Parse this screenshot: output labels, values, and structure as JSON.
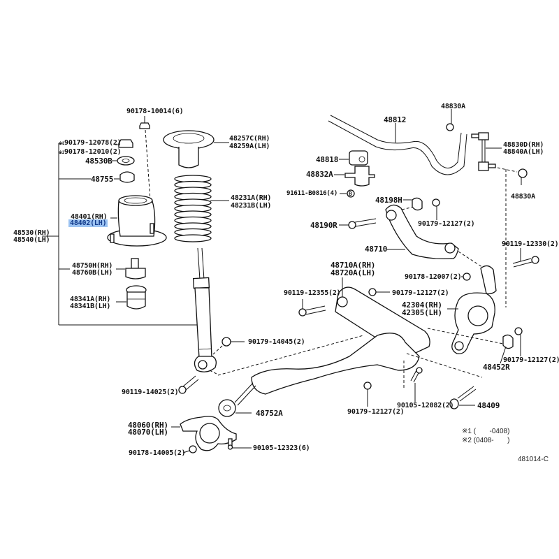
{
  "diagram": {
    "code": "481014-C",
    "notes": [
      {
        "mark": "※1",
        "range": "(       -0408)"
      },
      {
        "mark": "※2",
        "range": "(0408-       )"
      }
    ],
    "highlight_color": "#9cc3f2",
    "labels": {
      "nut_90178_10014": "90178-10014(6)",
      "nut_90179_12078": "90179-12078(2)",
      "nut_90178_12010": "90178-12010(2)",
      "mark1": "※1",
      "mark2": "※2",
      "p48530b": "48530B",
      "p48755": "48755",
      "boot_rh": "48401(RH)",
      "boot_lh": "48402(LH)",
      "support_rh": "48530(RH)",
      "support_lh": "48540(LH)",
      "bump_rh": "48750H(RH)",
      "bump_lh": "48760B(LH)",
      "bumper_rh": "48341A(RH)",
      "bumper_lh": "48341B(LH)",
      "seat_rh": "48257C(RH)",
      "seat_lh": "48259A(LH)",
      "spring_rh": "48231A(RH)",
      "spring_lh": "48231B(LH)",
      "p48812": "48812",
      "p48830a_top": "48830A",
      "link_rh": "48830D(RH)",
      "link_lh": "48840A(LH)",
      "p48830a_bot": "48830A",
      "p48818": "48818",
      "p48832a": "48832A",
      "bolt_91611": "91611-B0816(4)",
      "mark_b": "B",
      "p48198h": "48198H",
      "nut_90179_12127_a": "90179-12127(2)",
      "p48190r": "48190R",
      "p48710": "48710",
      "bolt_90119_12330": "90119-12330(2)",
      "nut_90178_12007": "90178-12007(2)",
      "arm_rh": "48710A(RH)",
      "arm_lh": "48720A(LH)",
      "bolt_90119_12355": "90119-12355(2)",
      "nut_90179_12127_b": "90179-12127(2)",
      "knuckle_rh": "42304(RH)",
      "knuckle_lh": "42305(LH)",
      "nut_90179_14045": "90179-14045(2)",
      "p48452r": "48452R",
      "nut_90179_12127_c": "90179-12127(2)",
      "bolt_90119_14025": "90119-14025(2)",
      "p48752a": "48752A",
      "nut_90179_12127_d": "90179-12127(2)",
      "bolt_90105_12082": "90105-12082(2)",
      "p48409": "48409",
      "bracket_rh": "48060(RH)",
      "bracket_lh": "48070(LH)",
      "nut_90178_14005": "90178-14005(2)",
      "bolt_90105_12323": "90105-12323(6)"
    }
  }
}
